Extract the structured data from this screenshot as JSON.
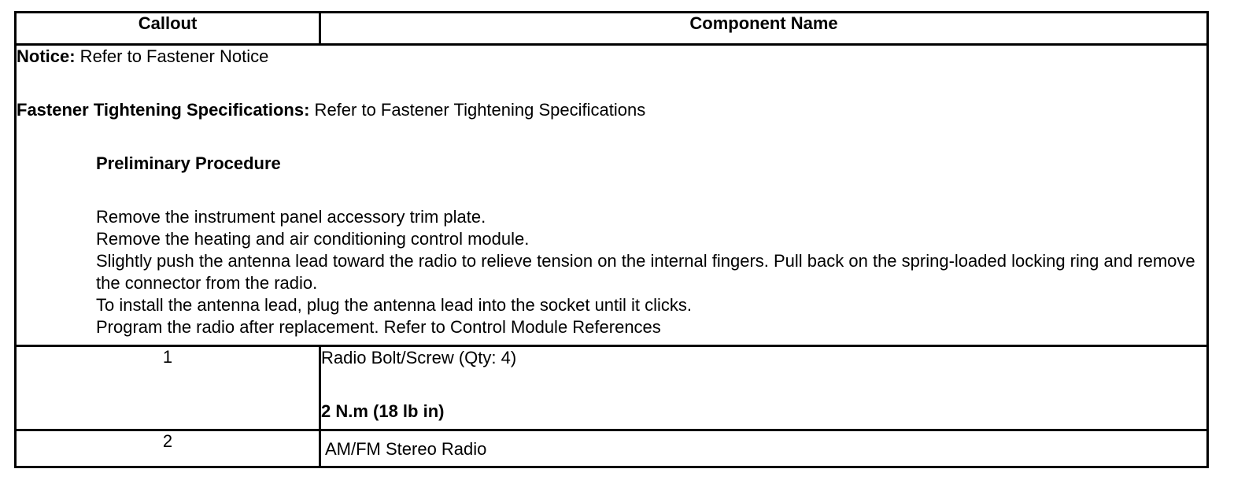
{
  "header": {
    "callout": "Callout",
    "component_name": "Component Name"
  },
  "intro": {
    "notice_label": "Notice:",
    "notice_text": " Refer to Fastener Notice",
    "fastener_label": "Fastener Tightening Specifications:",
    "fastener_text": " Refer to Fastener Tightening Specifications",
    "preliminary_heading": "Preliminary Procedure",
    "steps": [
      "Remove the instrument panel accessory trim plate.",
      "Remove the heating and air conditioning control module.",
      "Slightly push the antenna lead toward the radio to relieve tension on the internal fingers. Pull back on the spring-loaded locking ring and remove the connector from the radio.",
      "To install the antenna lead, plug the antenna lead into the socket until it clicks.",
      "Program the radio after replacement. Refer to Control Module References"
    ]
  },
  "rows": [
    {
      "callout": "1",
      "name": "Radio Bolt/Screw (Qty: 4)",
      "torque": "2 N.m (18 lb in)"
    },
    {
      "callout": "2",
      "name": "AM/FM Stereo Radio"
    }
  ]
}
